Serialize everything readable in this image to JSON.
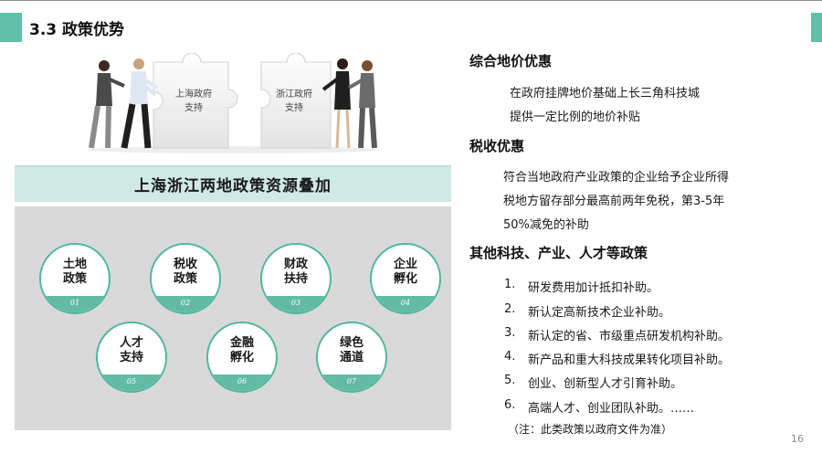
{
  "slide": {
    "title": "3.3 政策优势",
    "page_number": "16"
  },
  "illustration": {
    "piece_left": [
      "上海政府",
      "支持"
    ],
    "piece_right": [
      "浙江政府",
      "支持"
    ]
  },
  "banner": "上海浙江两地政策资源叠加",
  "circles": [
    {
      "lines": [
        "土地",
        "政策"
      ],
      "num": "01"
    },
    {
      "lines": [
        "税收",
        "政策"
      ],
      "num": "02"
    },
    {
      "lines": [
        "财政",
        "扶持"
      ],
      "num": "03"
    },
    {
      "lines": [
        "企业",
        "孵化"
      ],
      "num": "04"
    },
    {
      "lines": [
        "人才",
        "支持"
      ],
      "num": "05"
    },
    {
      "lines": [
        "金融",
        "孵化"
      ],
      "num": "06"
    },
    {
      "lines": [
        "绿色",
        "通道"
      ],
      "num": "07"
    }
  ],
  "sections": {
    "land": {
      "heading": "综合地价优惠",
      "lines": [
        "在政府挂牌地价基础上长三角科技城",
        "提供一定比例的地价补贴"
      ]
    },
    "tax": {
      "heading": "税收优惠",
      "lines": [
        "符合当地政府产业政策的企业给予企业所得",
        "税地方留存部分最高前两年免税，第3-5年",
        "50%减免的补助"
      ]
    },
    "other": {
      "heading": "其他科技、产业、人才等政策",
      "items": [
        {
          "num": "1.",
          "text": "研发费用加计抵扣补助。"
        },
        {
          "num": "2.",
          "text": "新认定高新技术企业补助。"
        },
        {
          "num": "3.",
          "text": "新认定的省、市级重点研发机构补助。"
        },
        {
          "num": "4.",
          "text": "新产品和重大科技成果转化项目补助。"
        },
        {
          "num": "5.",
          "text": "创业、创新型人才引育补助。"
        },
        {
          "num": "6.",
          "text": "高端人才、创业团队补助。……"
        }
      ],
      "note": "（注：此类政策以政府文件为准）"
    }
  },
  "colors": {
    "accent": "#5fbfa8",
    "banner_bg": "#cfe9e5",
    "panel_bg": "#d9d9d9"
  }
}
